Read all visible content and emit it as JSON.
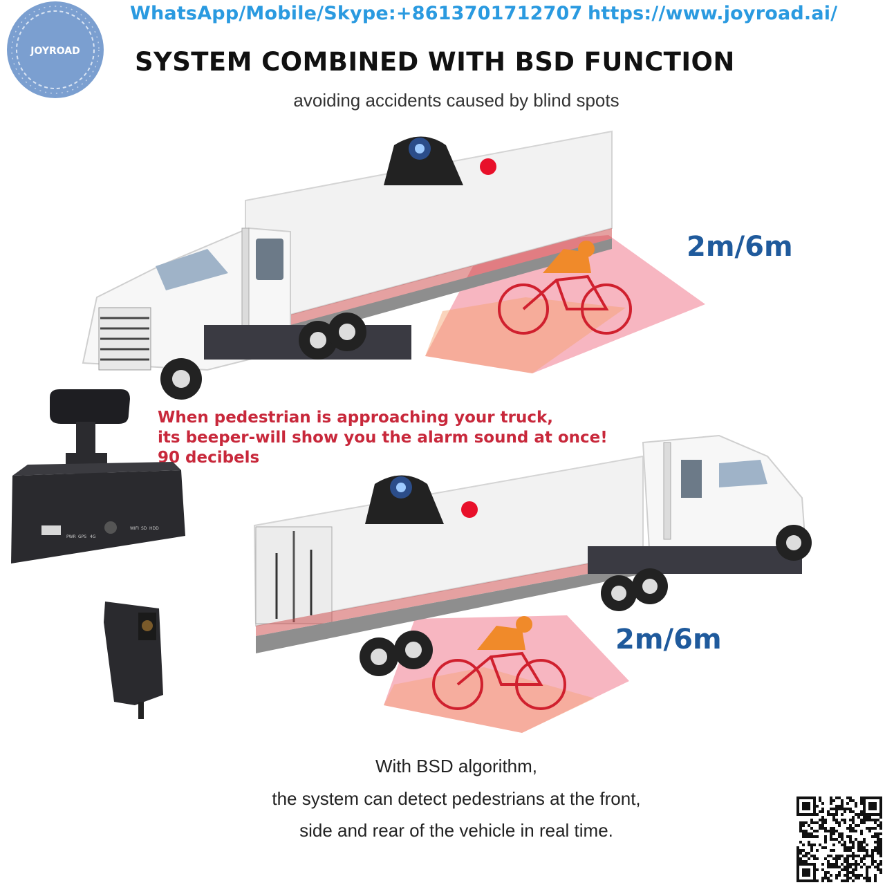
{
  "brand": {
    "logo_text": "JOYROAD"
  },
  "contact": {
    "phone": "WhatsApp/Mobile/Skype:+8613701712707",
    "url": "https://www.joyroad.ai/"
  },
  "header": {
    "title": "SYSTEM COMBINED WITH BSD FUNCTION",
    "subtitle": "avoiding accidents caused by blind spots"
  },
  "scene_top": {
    "distance_label": "2m/6m"
  },
  "scene_bottom": {
    "distance_label": "2m/6m"
  },
  "alert": {
    "line1": "When pedestrian is approaching your truck,",
    "line2": "its beeper-will show you the alarm sound at once!",
    "line3": "90 decibels"
  },
  "dvr": {
    "indicator_labels": [
      "PWR",
      "GPS",
      "4G",
      "WIFI",
      "SD",
      "HDD"
    ]
  },
  "footer": {
    "line1": "With BSD algorithm,",
    "line2": "the system can detect pedestrians at the front,",
    "line3": "side and rear of the vehicle in real time."
  },
  "colors": {
    "accent_blue": "#2a9ae0",
    "distance_blue": "#1f5a9c",
    "alert_red": "#c8283b",
    "zone_pink": "#f07a8e",
    "logo_circle": "#7b9fd0"
  }
}
